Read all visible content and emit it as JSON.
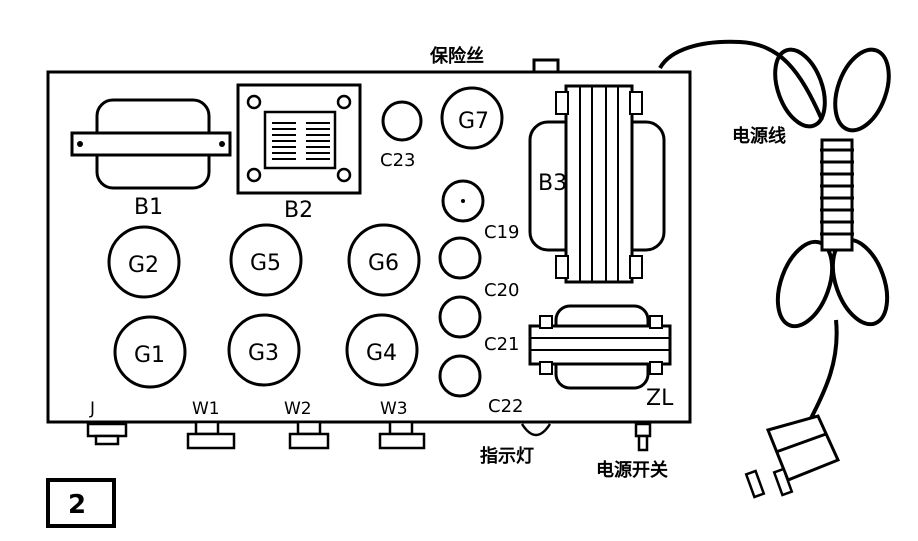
{
  "figure_number": "2",
  "colors": {
    "ink": "#000000",
    "paper": "#ffffff",
    "hatch": "#3a3a3a"
  },
  "labels": {
    "fuse": "保险丝",
    "power_cord": "电源线",
    "indicator_lamp": "指示灯",
    "power_switch": "电源开关",
    "zl": "ZL",
    "j": "J"
  },
  "transformers": {
    "b1": "B1",
    "b2": "B2",
    "b3": "B3"
  },
  "tubes": {
    "g1": "G1",
    "g2": "G2",
    "g3": "G3",
    "g4": "G4",
    "g5": "G5",
    "g6": "G6",
    "g7": "G7"
  },
  "capacitors": {
    "c19": "C19",
    "c20": "C20",
    "c21": "C21",
    "c22": "C22",
    "c23": "C23"
  },
  "knobs": {
    "w1": "W1",
    "w2": "W2",
    "w3": "W3"
  }
}
